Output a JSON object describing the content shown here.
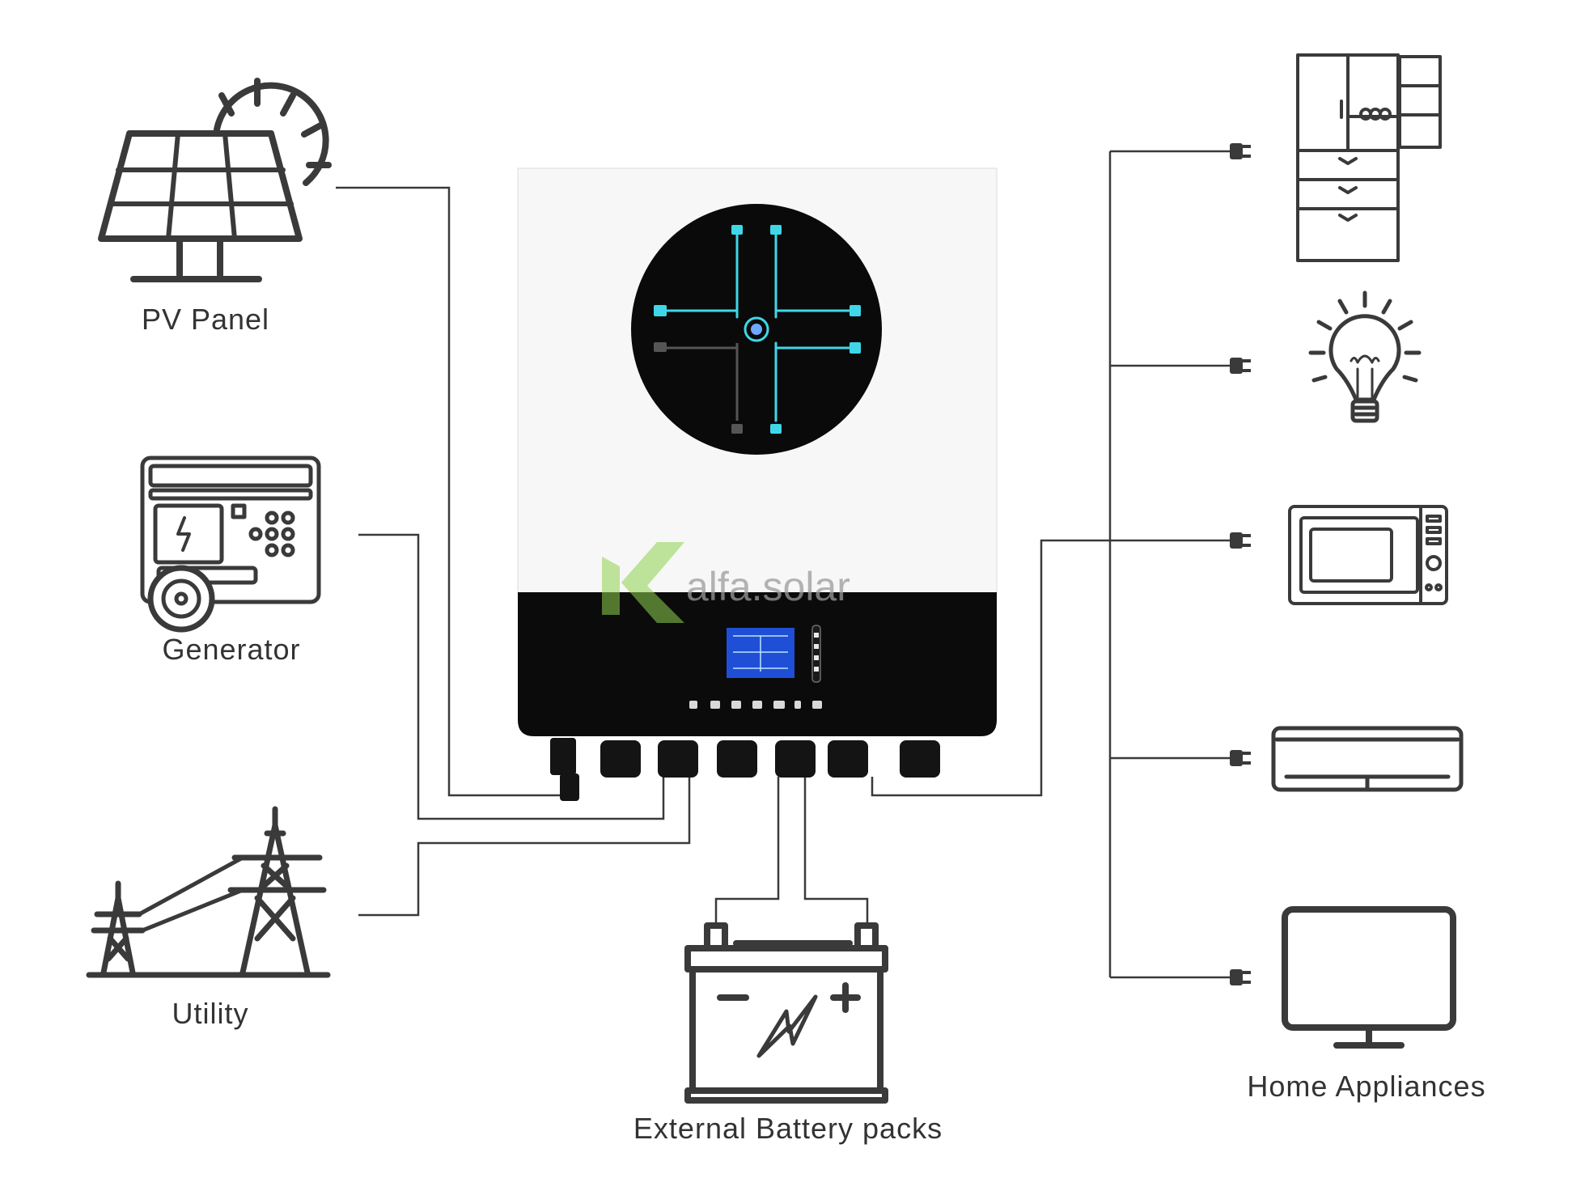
{
  "labels": {
    "pv_panel": "PV Panel",
    "generator": "Generator",
    "utility": "Utility",
    "battery": "External Battery packs",
    "home": "Home Appliances"
  },
  "watermark": "alfa.solar",
  "colors": {
    "line": "#3a3a3a",
    "inverter_body": "#f7f7f7",
    "inverter_panel": "#0b0b0b",
    "led": "#3fd7e8",
    "lcd": "#1f4fd6",
    "watermark": "#8fd14f"
  },
  "icons": [
    "solar-panel-icon",
    "sun-icon",
    "generator-icon",
    "power-tower-icon",
    "battery-icon",
    "refrigerator-icon",
    "light-bulb-icon",
    "microwave-icon",
    "air-conditioner-icon",
    "tv-monitor-icon",
    "plug-icon"
  ]
}
